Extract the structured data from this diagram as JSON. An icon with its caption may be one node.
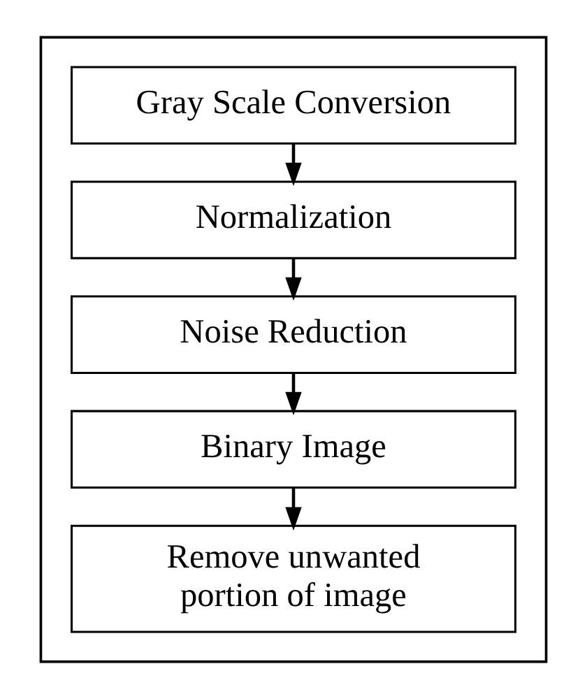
{
  "diagram": {
    "nodes": [
      {
        "text": [],
        "shape": "box"
      },
      {
        "text": [
          "Gray Scale Conversion"
        ],
        "in": 0
      },
      {
        "text": [
          "Normalization"
        ],
        "in": 0
      },
      {
        "text": [
          "Noise Reduction"
        ],
        "in": 0
      },
      {
        "text": [
          "Binary Image"
        ],
        "in": 0
      },
      {
        "text": [
          "Remove unwanted portion of image"
        ],
        "in": 0
      }
    ],
    "edges": [
      {
        "from": 1,
        "to": 2,
        "arrow": "to"
      },
      {
        "from": 2,
        "to": 3,
        "arrow": "to"
      },
      {
        "from": 3,
        "to": 4,
        "arrow": "to"
      },
      {
        "from": 4,
        "to": 5,
        "arrow": "to"
      }
    ]
  }
}
